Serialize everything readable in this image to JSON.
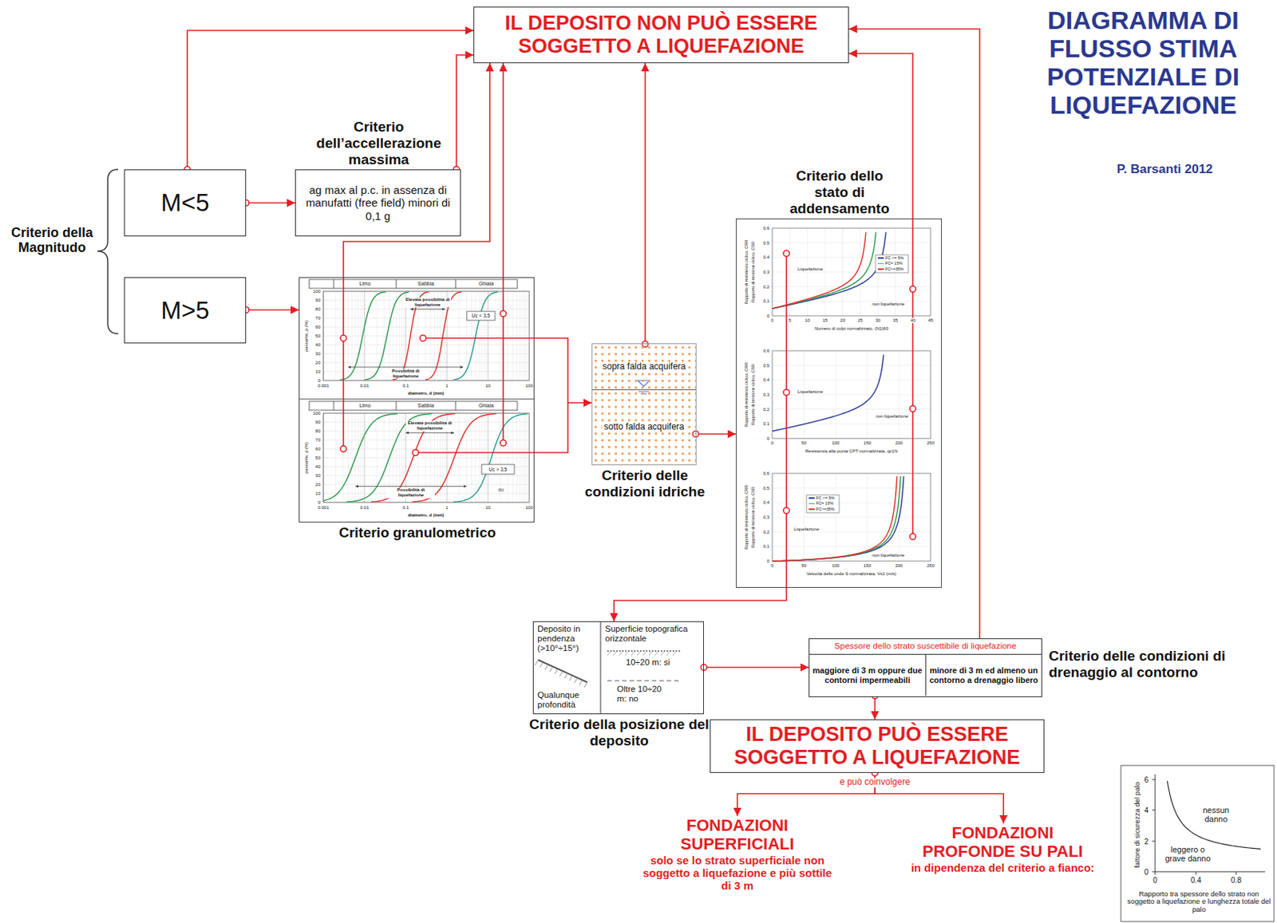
{
  "diagram": {
    "title": "DIAGRAMMA DI FLUSSO STIMA POTENZIALE DI LIQUEFAZIONE",
    "nodes": [
      {
        "text": [
          "IL DEPOSITO NON PUÒ ESSERE SOGGETTO A LIQUEFAZIONE"
        ]
      },
      {
        "text": [
          "M<5"
        ]
      },
      {
        "text": [
          "M>5"
        ]
      },
      {
        "text": [
          "Criterio dell’accellerazione massima",
          "ag max al p.c. in assenza di manufatti (free field) minori di 0,1 g"
        ]
      },
      {
        "text": [
          "Criterio granulometrico"
        ]
      },
      {
        "text": [
          "Criterio delle condizioni idriche"
        ]
      },
      {
        "text": [
          "sopra falda acquifera"
        ],
        "in": 5
      },
      {
        "text": [
          "sotto falda acquifera"
        ],
        "in": 5
      },
      {
        "text": [
          "Criterio dello stato di addensamento"
        ]
      },
      {
        "text": [
          "Deposito in pendenza (>10°÷15°)",
          "Superficie topografica orizzontale",
          "10÷20 m: si",
          "Qualunque profondità",
          "Oltre 10÷20 m: no",
          "Criterio della posizione del deposito"
        ]
      },
      {
        "text": [
          "Spessore dello strato suscettibile di liquefazione",
          "Criterio delle condizioni di drenaggio al contorno"
        ]
      },
      {
        "text": [
          "maggiore di 3 m oppure due contorni impermeabili"
        ],
        "in": 10
      },
      {
        "text": [
          "minore di 3 m ed almeno un contorno a drenaggio libero"
        ],
        "in": 10
      },
      {
        "text": [
          "IL DEPOSITO PUÒ ESSERE SOGGETTO A LIQUEFAZIONE"
        ]
      },
      {
        "text": [
          "FONDAZIONI SUPERFICIALI",
          "solo se lo strato superficiale non soggetto a liquefazione e più sottile di 3 m"
        ]
      },
      {
        "text": [
          "FONDAZIONI PROFONDE SU PALI",
          "in dipendenza del criterio a fianco:"
        ]
      }
    ],
    "edges": [
      {
        "from": 1,
        "to": 0,
        "arrow": "to"
      },
      {
        "from": 1,
        "to": 3,
        "arrow": "to"
      },
      {
        "from": 3,
        "to": 0,
        "arrow": "to"
      },
      {
        "from": 2,
        "to": 4,
        "arrow": "to"
      },
      {
        "from": 4,
        "to": 0,
        "arrow": "to"
      },
      {
        "from": 4,
        "to": 0,
        "arrow": "to"
      },
      {
        "from": 4,
        "to": 5,
        "arrow": "to"
      },
      {
        "from": 6,
        "to": 0,
        "arrow": "to"
      },
      {
        "from": 7,
        "to": 8,
        "arrow": "to"
      },
      {
        "from": 8,
        "to": 0,
        "arrow": "to"
      },
      {
        "from": 8,
        "to": 9,
        "arrow": "to"
      },
      {
        "from": 9,
        "to": 10,
        "arrow": "to"
      },
      {
        "from": 12,
        "to": 0,
        "arrow": "to"
      },
      {
        "from": 11,
        "to": 13,
        "arrow": "to"
      },
      {
        "from": 13,
        "to": 14,
        "arrow": "to"
      },
      {
        "from": 13,
        "to": 15,
        "arrow": "to"
      }
    ],
    "labels": [
      "Criterio della Magnitudo",
      "P. Barsanti 2012",
      "e può coinvolgere",
      "Limo",
      "Sabbia",
      "Ghiaia",
      "100",
      "90",
      "80",
      "70",
      "60",
      "50",
      "40",
      "30",
      "20",
      "10",
      "0",
      "0.001",
      "0.01",
      "0.1",
      "1",
      "10",
      "100",
      "passante, p (%)",
      "diametro, d (mm)",
      "Elevata possibilità di liquefazione",
      "Possibilità di liquefazione",
      "Uc < 3,5",
      "Limo",
      "Sabbia",
      "Ghiaia",
      "100",
      "90",
      "80",
      "70",
      "60",
      "50",
      "40",
      "30",
      "20",
      "10",
      "0",
      "0.001",
      "0.01",
      "0.1",
      "1",
      "10",
      "100",
      "passante, p (%)",
      "diametro, d (mm)",
      "Elevata possibilità di liquefazione",
      "Possibilità di liquefazione",
      "Uc > 3,5",
      "(b)",
      "0,6",
      "0,5",
      "0,4",
      "0,3",
      "0,2",
      "0,1",
      "0",
      "Rapporto di resistenza ciclica, CRR",
      "Rapporto di tensione ciclica, CSR",
      "0",
      "5",
      "10",
      "15",
      "20",
      "25",
      "30",
      "35",
      "40",
      "45",
      "Numero di colpi normalizzato, (N1)60",
      "Liquefazione",
      "non liquefazione",
      "0,6",
      "0,5",
      "0,4",
      "0,3",
      "0,2",
      "0,1",
      "0",
      "Rapporto di resistenza ciclica, CRR",
      "Rapporto di tensione ciclica, CSR",
      "0",
      "50",
      "100",
      "150",
      "200",
      "250",
      "Resistenza alla punta CPT normalizzata, qc1N",
      "Liquefazione",
      "non liquefazione",
      "0,6",
      "0,5",
      "0,4",
      "0,3",
      "0,2",
      "0,1",
      "0",
      "Rapporto di resistenza ciclica, CRR",
      "Rapporto di tensione ciclica, CSR",
      "0",
      "50",
      "100",
      "150",
      "200",
      "250",
      "Velocità delle onde S normalizzata, Vs1 (m/s)",
      "Liquefazione",
      "non liquefazione",
      "6",
      "4",
      "2",
      "0",
      "0",
      "0.4",
      "0.8",
      "fattore di sicurezza del palo",
      "nessun danno",
      "leggero o grave danno",
      "Rapporto tra spessore dello strato non soggetto a liquefazione e lunghezza totale del palo"
    ],
    "legend": [
      {
        "text": "FC <= 5%"
      },
      {
        "text": "FC= 15%"
      },
      {
        "text": "FC>=35%"
      },
      {
        "text": "FC <= 5%"
      },
      {
        "text": "FC= 15%"
      },
      {
        "text": "FC>=35%"
      }
    ]
  }
}
